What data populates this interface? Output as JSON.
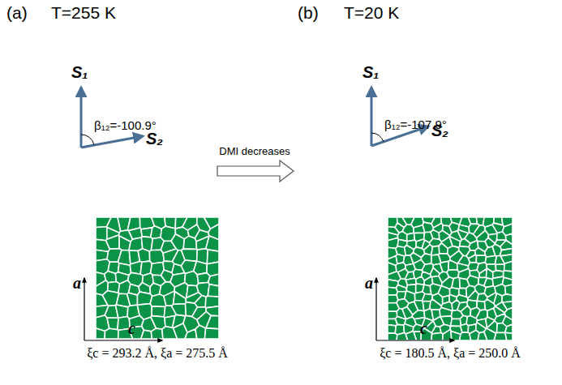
{
  "diagram": {
    "labels": [
      "(a)",
      "T=255 K",
      "(b)",
      "T=20 K",
      "S₁",
      "S₂",
      "β₁₂=-100.9°",
      "DMI decreases",
      "S₁",
      "S₂",
      "β₁₂=-107.9°",
      "a",
      "c",
      "ξc = 293.2 Å, ξa = 275.5 Å",
      "a",
      "c",
      "ξc = 180.5 Å, ξa = 250.0 Å"
    ]
  }
}
